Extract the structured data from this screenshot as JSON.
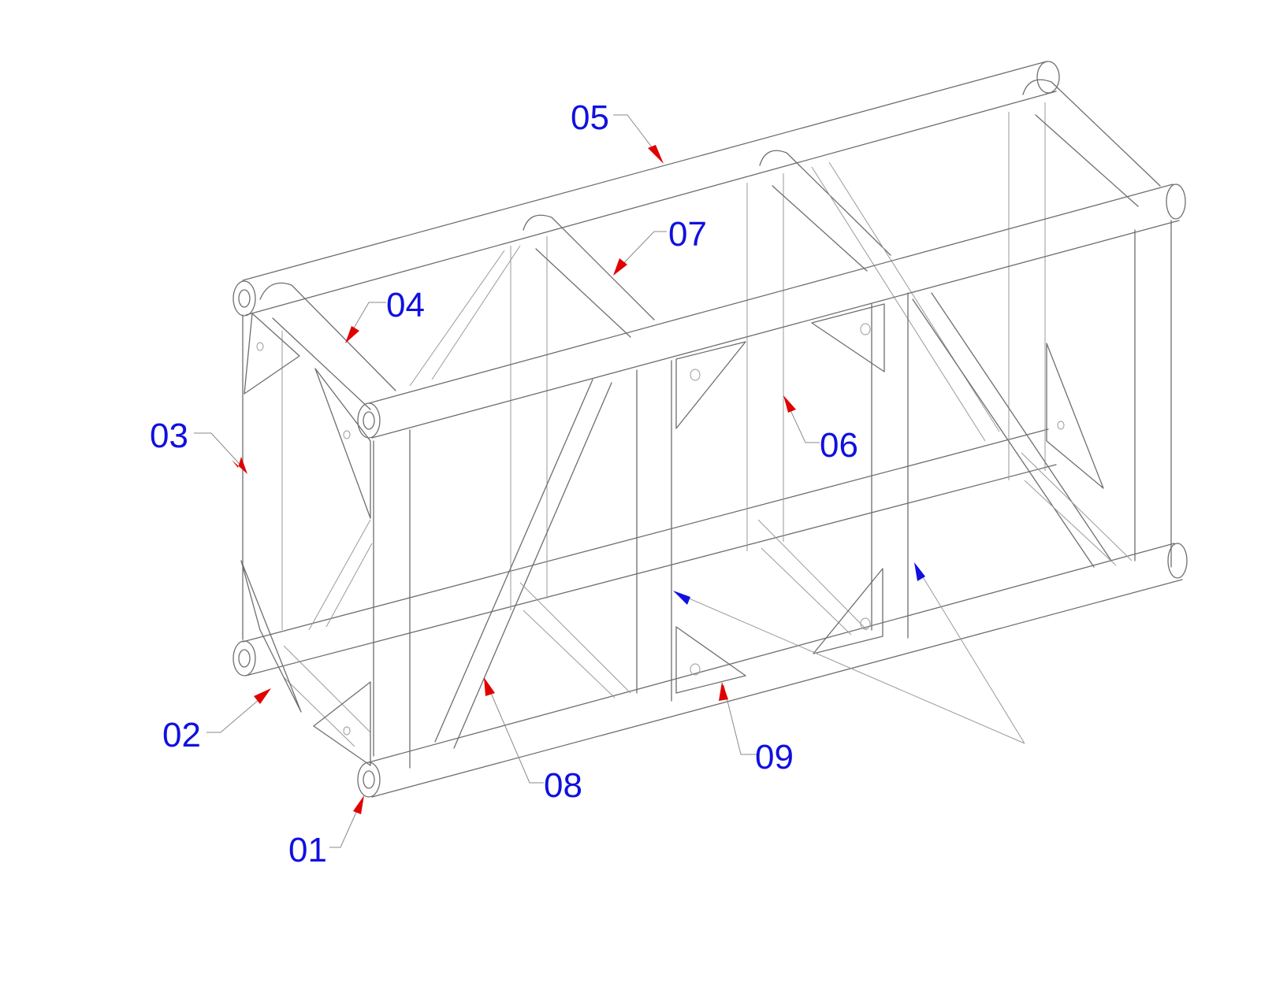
{
  "callouts": [
    {
      "id": "01",
      "text": "01"
    },
    {
      "id": "02",
      "text": "02"
    },
    {
      "id": "03",
      "text": "03"
    },
    {
      "id": "04",
      "text": "04"
    },
    {
      "id": "05",
      "text": "05"
    },
    {
      "id": "06",
      "text": "06"
    },
    {
      "id": "07",
      "text": "07"
    },
    {
      "id": "08",
      "text": "08"
    },
    {
      "id": "09",
      "text": "09"
    }
  ],
  "colors": {
    "label": "#1010e0",
    "arrow_red": "#e00000",
    "arrow_blue": "#1010e0",
    "line": "#6e6e6e"
  }
}
